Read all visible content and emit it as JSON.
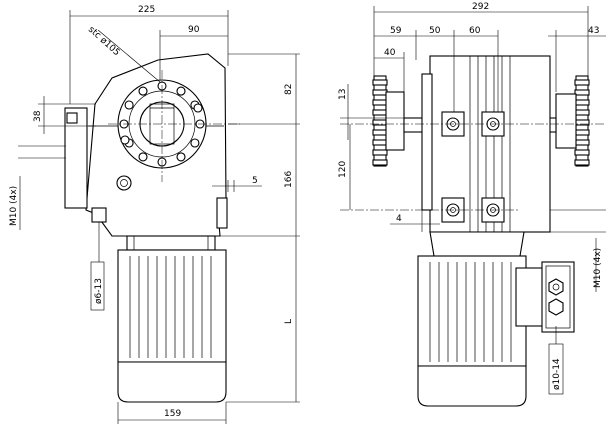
{
  "dimensions": {
    "left_view": {
      "overall_width": "225",
      "top_offset": "90",
      "sprocket": "stc ø105",
      "height_top": "82",
      "offset_38": "38",
      "offset_5": "5",
      "height_166": "166",
      "length": "L",
      "motor_width": "159",
      "thread": "M10 (4x)",
      "cable_gland": "ø6-13"
    },
    "right_view": {
      "overall_width": "292",
      "d59": "59",
      "d50": "50",
      "d60": "60",
      "d40": "40",
      "d43": "43",
      "d13": "13",
      "d120": "120",
      "d4": "4",
      "thread": "M10 (4x)",
      "cable_gland": "ø10-14"
    }
  }
}
